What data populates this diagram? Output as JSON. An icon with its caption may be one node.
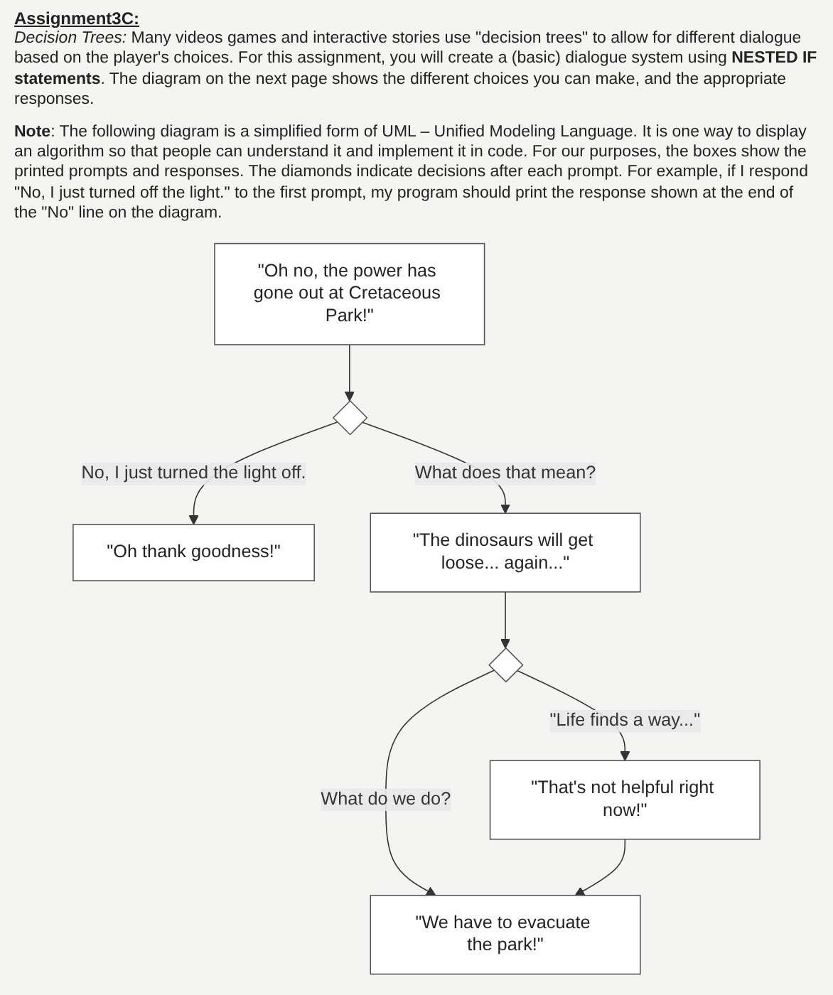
{
  "diagram": {
    "title": "Assignment3C:",
    "nodes": [
      {
        "text": [
          "\"Oh no, the power has gone out at Cretaceous Park!\""
        ]
      },
      {
        "text": [],
        "shape": "diamond"
      },
      {
        "text": [
          "\"Oh thank goodness!\""
        ]
      },
      {
        "text": [
          "\"The dinosaurs will get loose... again...\""
        ]
      },
      {
        "text": [],
        "shape": "diamond"
      },
      {
        "text": [
          "\"That's not helpful right now!\""
        ]
      },
      {
        "text": [
          "\"We have to evacuate the park!\""
        ]
      }
    ],
    "edges": [
      {
        "from": 0,
        "to": 1,
        "arrow": "to"
      },
      {
        "from": 1,
        "to": 2,
        "arrow": "to",
        "label": "No, I just turned the light off."
      },
      {
        "from": 1,
        "to": 3,
        "arrow": "to",
        "label": "What does that mean?"
      },
      {
        "from": 3,
        "to": 4,
        "arrow": "to"
      },
      {
        "from": 4,
        "to": 5,
        "arrow": "to",
        "label": "\"Life finds a way...\""
      },
      {
        "from": 4,
        "to": 6,
        "arrow": "to",
        "label": "What do we do?"
      },
      {
        "from": 5,
        "to": 6,
        "arrow": "to"
      }
    ],
    "labels": [
      "*Decision Trees:* Many videos games and interactive stories use \"decision trees\" to allow for different dialogue based on the player's choices. For this assignment, you will create a (basic) dialogue system using **NESTED IF statements**. The diagram on the next page shows the different choices you can make, and the appropriate responses.",
      "**Note**: The following diagram is a simplified form of UML – Unified Modeling Language. It is one way to display an algorithm so that people can understand it and implement it in code. For our purposes, the boxes show the printed prompts and responses. The diamonds indicate decisions after each prompt. For example, if I respond \"No, I just turned off the light.\" to the first prompt, my program should print the response shown at the end of the \"No\" line on the diagram."
    ]
  }
}
